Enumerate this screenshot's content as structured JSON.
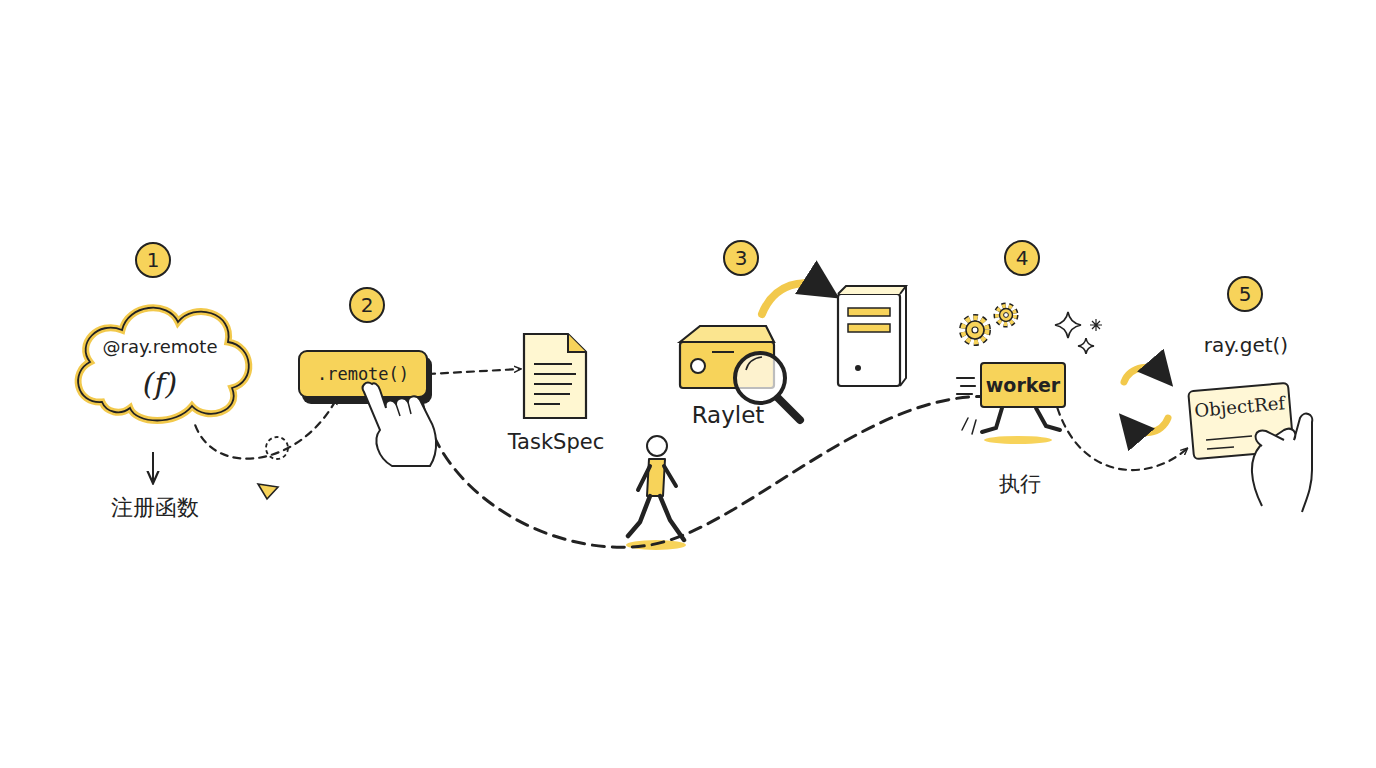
{
  "diagram": {
    "nodes": [
      {
        "text": [
          "@ray.remote",
          "(f)"
        ]
      },
      {
        "text": [
          ".remote()"
        ]
      },
      {
        "text": [
          "TaskSpec"
        ]
      },
      {
        "text": [
          "Raylet"
        ]
      },
      {
        "text": [
          "worker"
        ]
      },
      {
        "text": [
          "ObjectRef"
        ]
      }
    ],
    "edges": [
      {
        "from": 0,
        "to": 1,
        "arrow": "to"
      },
      {
        "from": 1,
        "to": 2,
        "arrow": "to"
      },
      {
        "from": 1,
        "to": 4,
        "arrow": "none"
      },
      {
        "from": 4,
        "to": 5,
        "arrow": "to"
      }
    ],
    "labels": [
      "1",
      "2",
      "3",
      "4",
      "5",
      "注册函数",
      "执行",
      "ray.get()"
    ]
  }
}
